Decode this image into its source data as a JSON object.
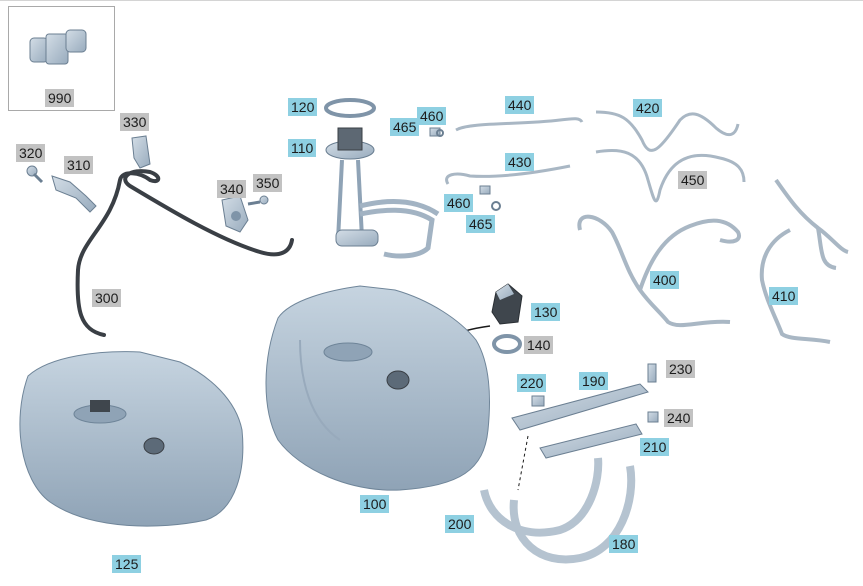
{
  "callouts": {
    "p990": "990",
    "p330": "330",
    "p320": "320",
    "p310": "310",
    "p340": "340",
    "p350": "350",
    "p300": "300",
    "p120": "120",
    "p110": "110",
    "p465a": "465",
    "p460a": "460",
    "p440": "440",
    "p420": "420",
    "p430": "430",
    "p450": "450",
    "p460b": "460",
    "p465b": "465",
    "p400": "400",
    "p410": "410",
    "p130": "130",
    "p140": "140",
    "p220": "220",
    "p190": "190",
    "p230": "230",
    "p240": "240",
    "p210": "210",
    "p200": "200",
    "p180": "180",
    "p100": "100",
    "p125": "125"
  },
  "colors": {
    "blue_callout": "#8ed0e2",
    "gray_callout": "#c2c2c2",
    "tank_fill": "#a9bccd",
    "tank_shade": "#7f94a8",
    "part_fill": "#b9c8d6",
    "hose": "#3a3f45"
  }
}
